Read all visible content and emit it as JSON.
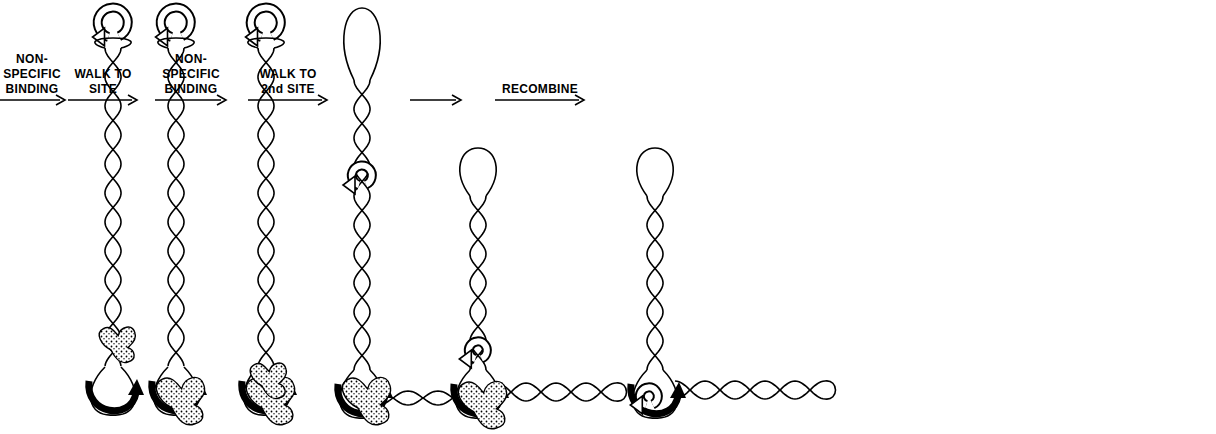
{
  "diagram": {
    "labels": [
      "NON-SPECIFIC BINDING",
      "WALK TO SITE",
      "NON-SPECIFIC BINDING",
      "WALK TO 2nd SITE",
      "RECOMBINE"
    ]
  }
}
